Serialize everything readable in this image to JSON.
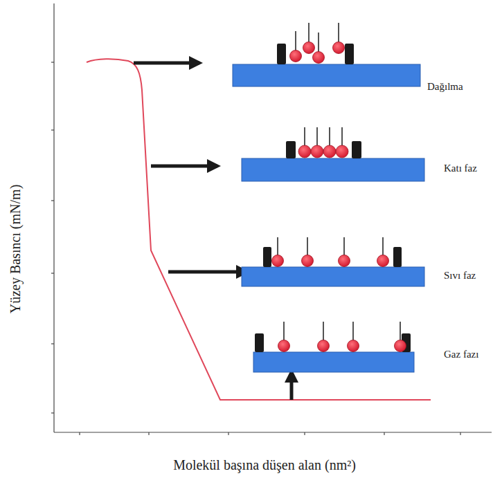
{
  "diagram": {
    "labels": [
      "Dağılma",
      "Katı faz",
      "Sıvı faz",
      "Gaz fazı",
      "Yüzey Basıncı (mN/m)",
      "Molekül başına düşen alan (nm²)"
    ]
  }
}
